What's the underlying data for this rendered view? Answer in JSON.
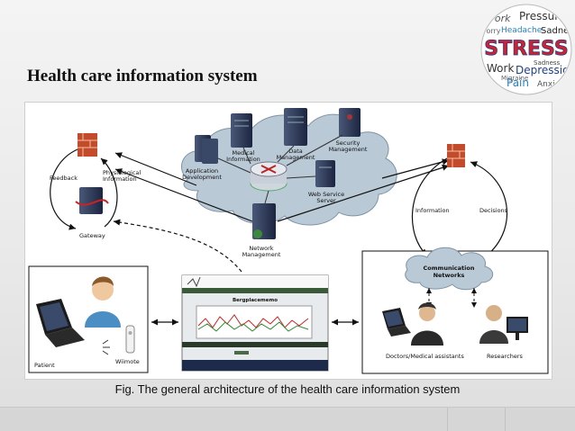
{
  "slide": {
    "title": "Health care information system",
    "caption": "Fig. The general architecture of the health care information system"
  },
  "diagram": {
    "cloud_nodes": {
      "medical_information": [
        "Medical",
        "Information"
      ],
      "data_management": [
        "Data",
        "Management"
      ],
      "security_management": [
        "Security",
        "Management"
      ],
      "application_development": [
        "Application",
        "Development"
      ],
      "web_service_server": [
        "Web Service",
        "Server"
      ]
    },
    "network_management": [
      "Network",
      "Management"
    ],
    "left_loop": {
      "feedback": "Feedback",
      "physiological": [
        "Physiological",
        "Information"
      ],
      "gateway": "Gateway"
    },
    "right_loop": {
      "information": "Information",
      "decisions": "Decisions"
    },
    "communication_networks": [
      "Communication",
      "Networks"
    ],
    "patient_box": {
      "patient": "Patient",
      "wiimote": "Wiimote"
    },
    "staff_box": {
      "doctors": "Doctors/Medical assistants",
      "researchers": "Researchers"
    },
    "screen": {
      "heading": "Bergplacememo"
    }
  },
  "stress_badge": {
    "center": "STRESS",
    "words": [
      "Work",
      "Pressure",
      "Headache",
      "Sadness",
      "Worry",
      "Depression",
      "Pain",
      "Anxiety",
      "Migraine",
      "Sadness"
    ]
  },
  "colors": {
    "cloud": "#b9c9d6",
    "server": "#2f3b5c",
    "stress_red": "#d51f2a",
    "stress_blue": "#1f3f8a"
  }
}
